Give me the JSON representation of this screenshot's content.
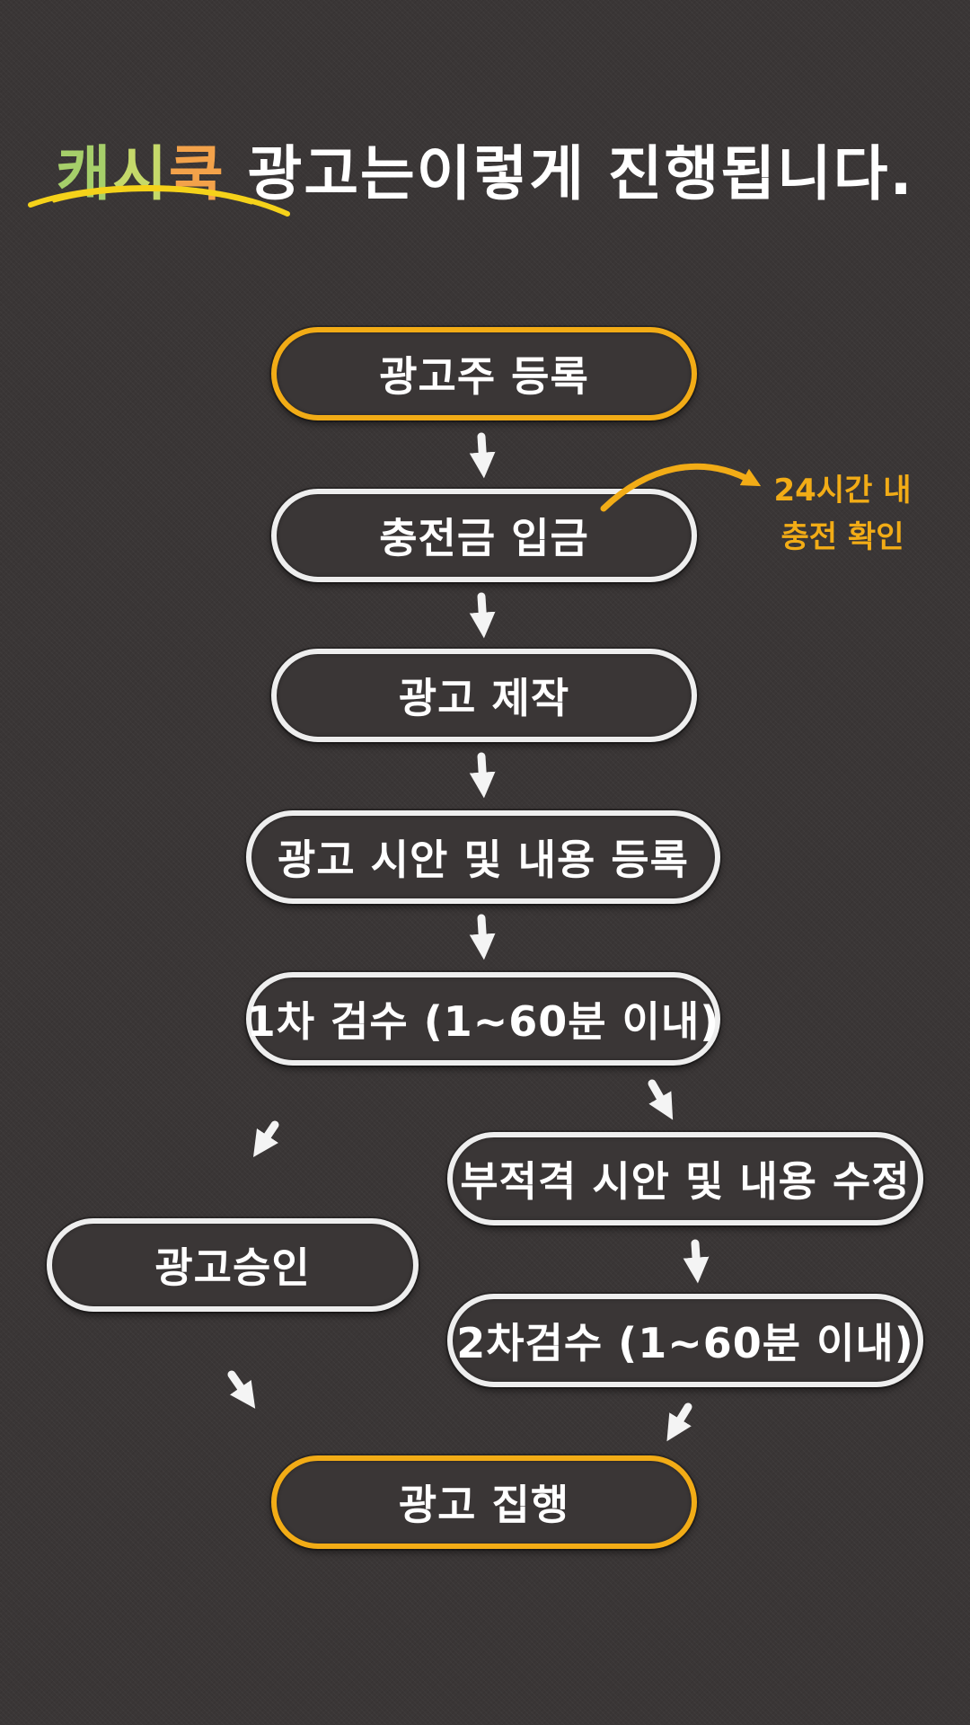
{
  "header": {
    "brand_char_1": "캐",
    "brand_char_2": "시",
    "brand_char_3": "쿡",
    "title_rest": " 광고는이렇게 진행됩니다."
  },
  "flow": {
    "steps": [
      {
        "label": "광고주 등록"
      },
      {
        "label": "충전금 입금"
      },
      {
        "label": "광고 제작"
      },
      {
        "label": "광고 시안 및 내용 등록"
      },
      {
        "label": "1차 검수 (1~60분 이내)"
      },
      {
        "label": "부적격 시안 및 내용 수정"
      },
      {
        "label": "광고승인"
      },
      {
        "label": "2차검수 (1~60분 이내)"
      },
      {
        "label": "광고 집행"
      }
    ],
    "note_line_1": "24시간 내",
    "note_line_2": "충전 확인"
  },
  "colors": {
    "background": "#3a3636",
    "accent": "#f2ac16",
    "box_border": "#eeeeee",
    "text": "#ffffff",
    "brand_green": "#a6cf6a",
    "brand_orange": "#f3a24a"
  }
}
